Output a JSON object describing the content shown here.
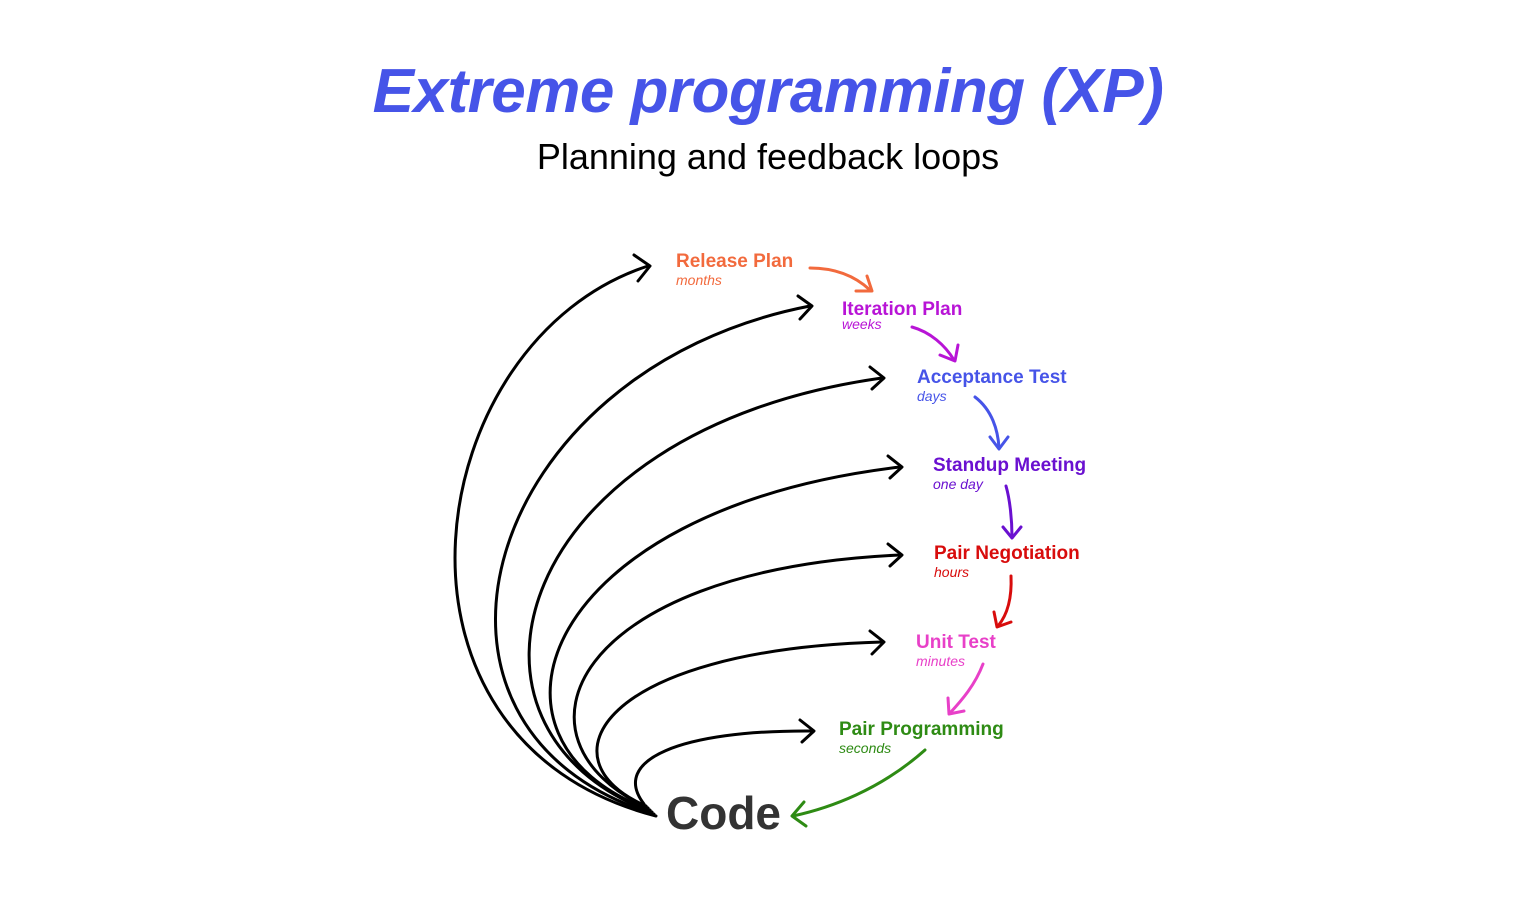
{
  "header": {
    "title": "Extreme programming (XP)",
    "subtitle": "Planning and feedback loops"
  },
  "center": {
    "label": "Code",
    "color": "#333333"
  },
  "loops": [
    {
      "label": "Release Plan",
      "period": "months",
      "color": "#f26a3d"
    },
    {
      "label": "Iteration Plan",
      "period": "weeks",
      "color": "#b814d6"
    },
    {
      "label": "Acceptance Test",
      "period": "days",
      "color": "#4654e8"
    },
    {
      "label": "Standup Meeting",
      "period": "one day",
      "color": "#6a10d0"
    },
    {
      "label": "Pair Negotiation",
      "period": "hours",
      "color": "#d80c0c"
    },
    {
      "label": "Unit Test",
      "period": "minutes",
      "color": "#e840c8"
    },
    {
      "label": "Pair Programming",
      "period": "seconds",
      "color": "#2e8b14"
    }
  ]
}
